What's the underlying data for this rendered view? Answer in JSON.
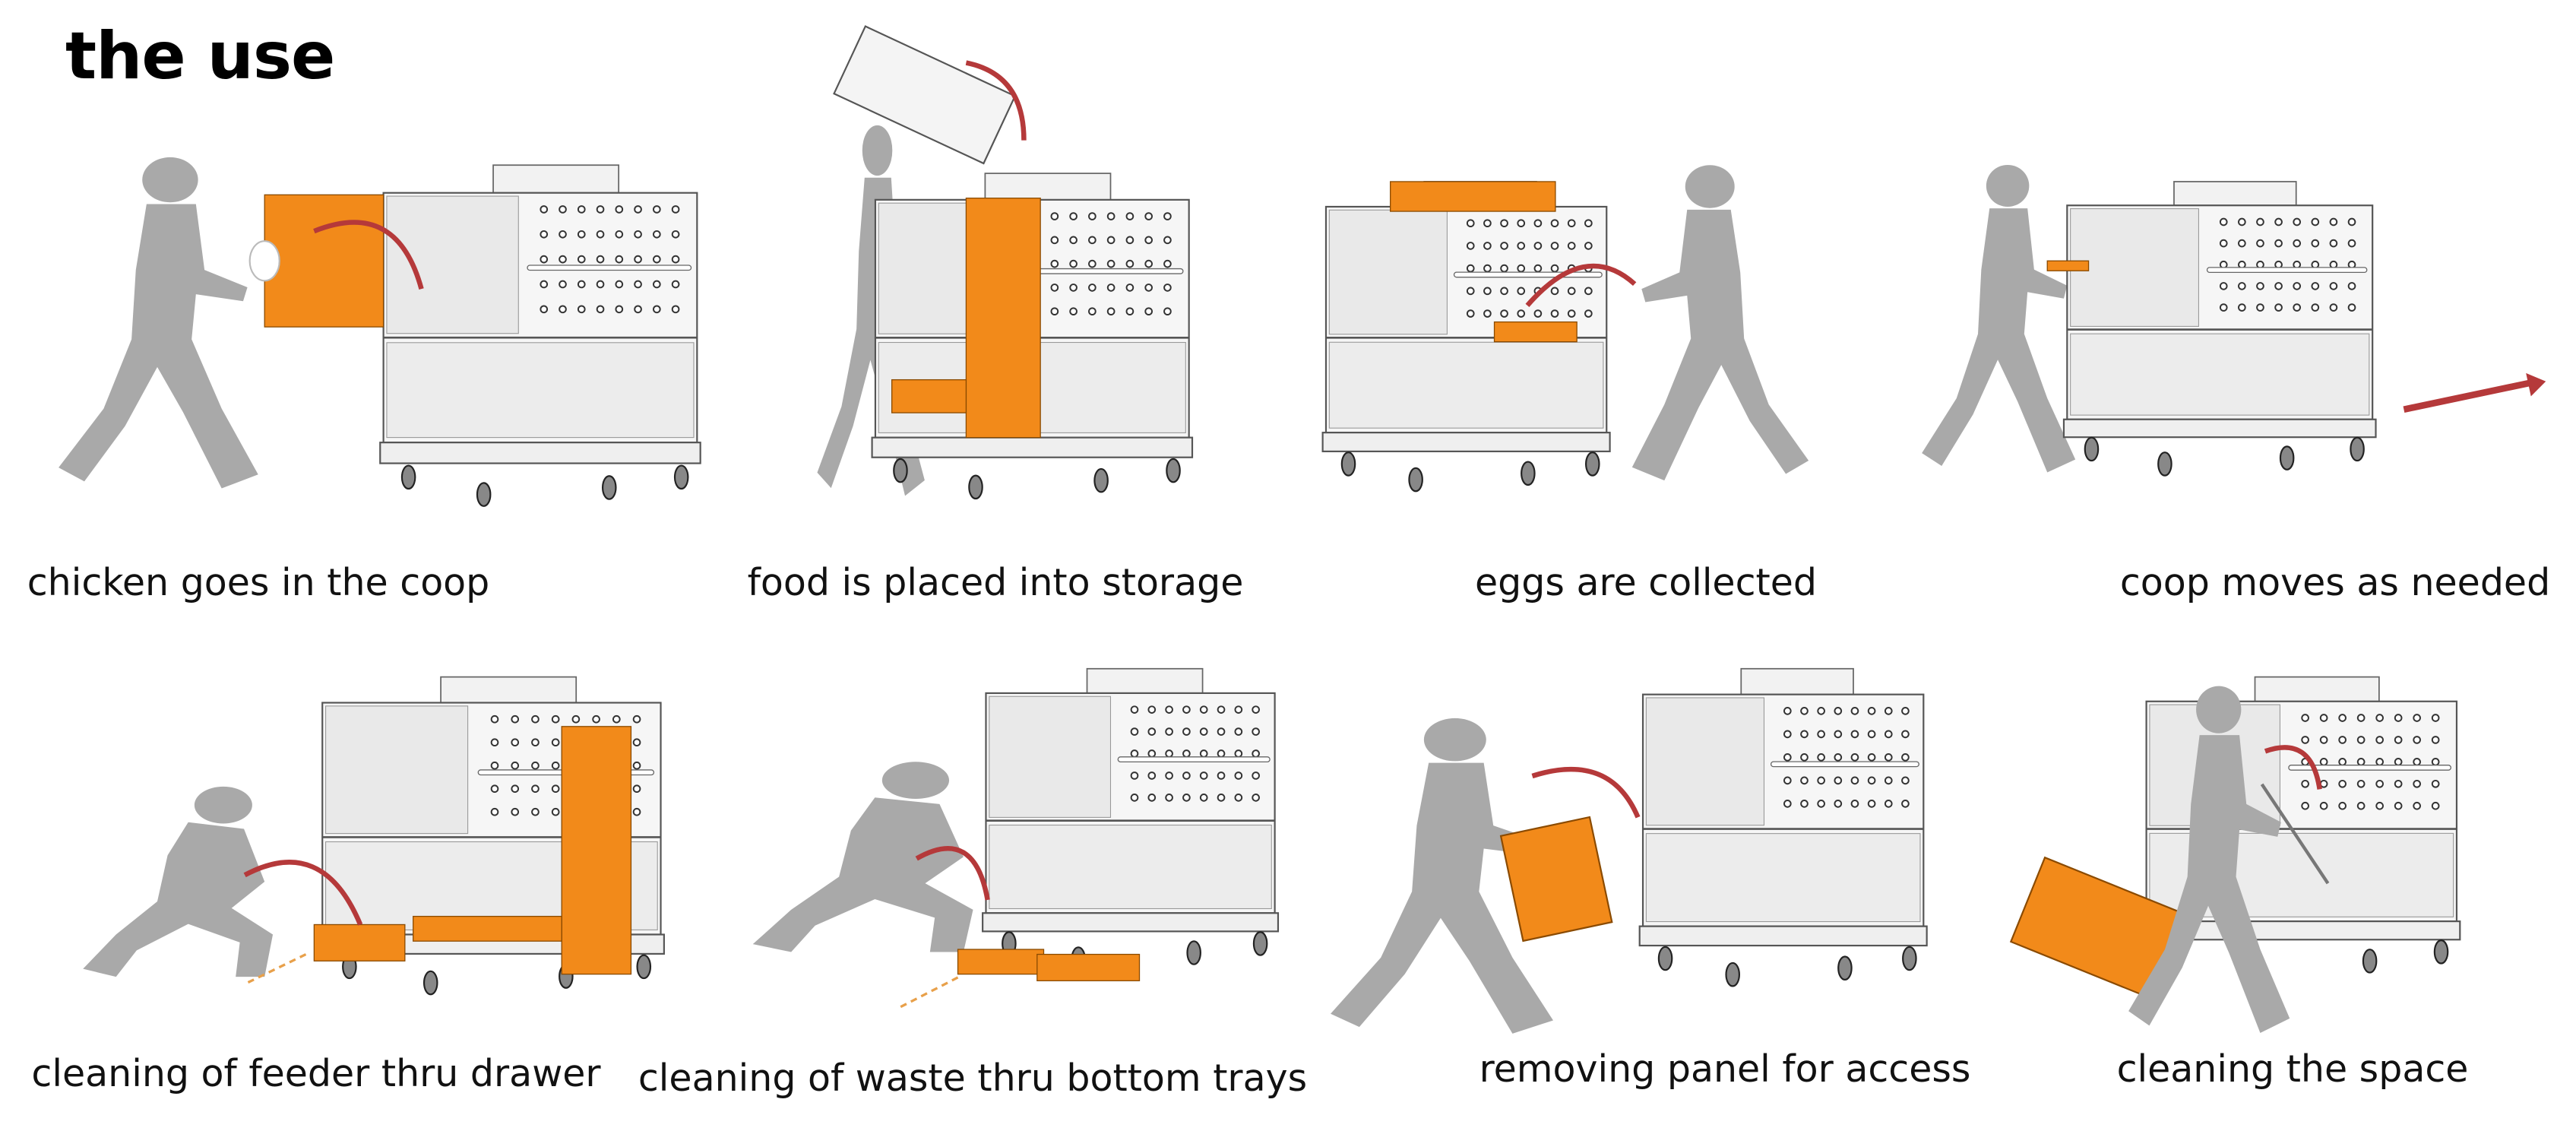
{
  "title": "the use",
  "colors": {
    "accent": "#f28a1a",
    "silhouette": "#a9a9a9",
    "arrow": "#b5393a"
  },
  "steps": [
    {
      "caption": "chicken goes in the coop"
    },
    {
      "caption": "food is placed into storage"
    },
    {
      "caption": "eggs are collected"
    },
    {
      "caption": "coop moves as needed"
    },
    {
      "caption": "cleaning of feeder thru drawer"
    },
    {
      "caption": "cleaning of waste thru bottom trays"
    },
    {
      "caption": "removing panel for access"
    },
    {
      "caption": "cleaning the space"
    }
  ]
}
